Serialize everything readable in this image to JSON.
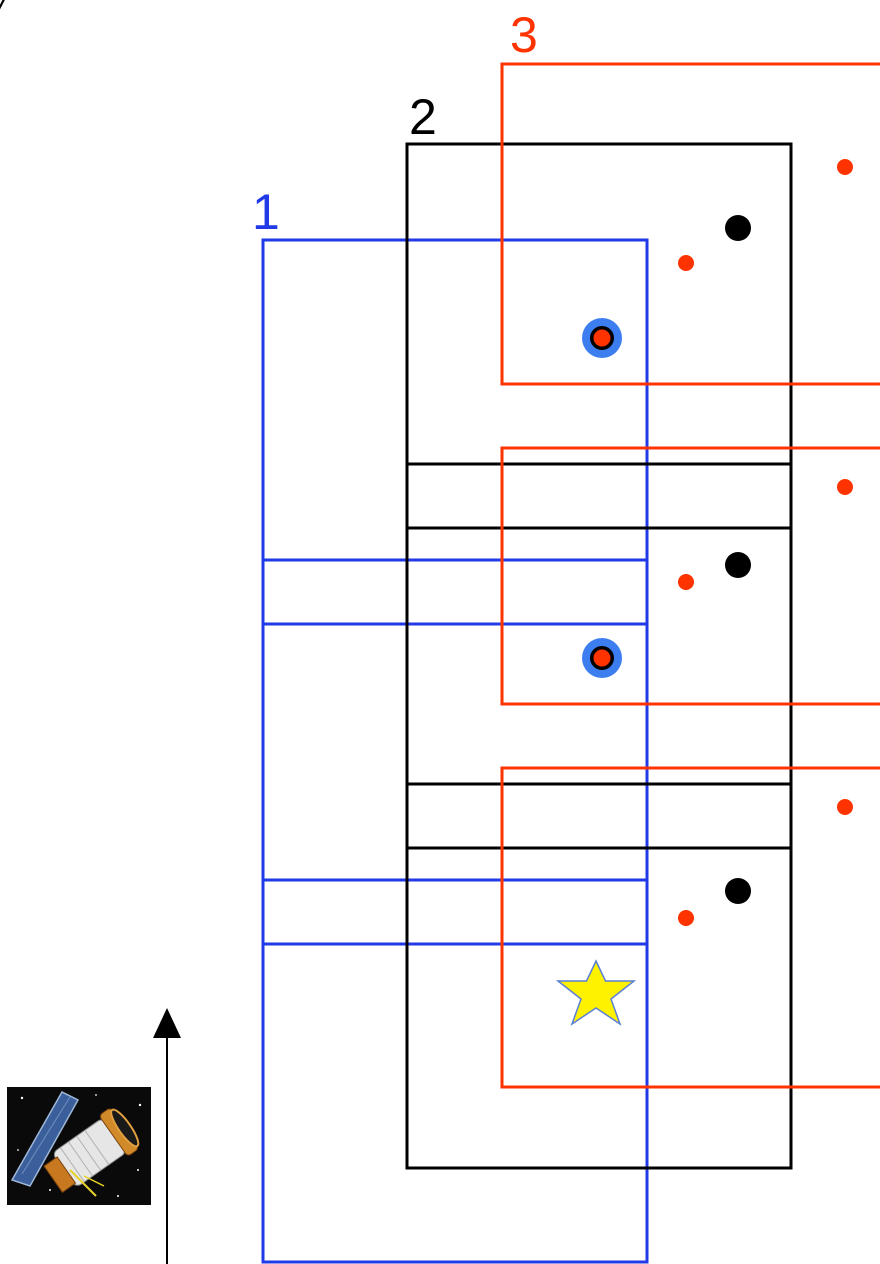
{
  "colors": {
    "blue": "#1f3ae6",
    "black": "#000000",
    "red": "#ff3300",
    "ring_blue": "#3c7ef0",
    "star_fill": "#fff200",
    "star_stroke": "#5a7fd6"
  },
  "corner_mark": "/",
  "labels": {
    "group1": "1",
    "group2": "2",
    "group3": "3"
  },
  "icons": {
    "telescope": "space-telescope-icon",
    "arrow": "up-arrow-icon",
    "star": "star-icon"
  }
}
